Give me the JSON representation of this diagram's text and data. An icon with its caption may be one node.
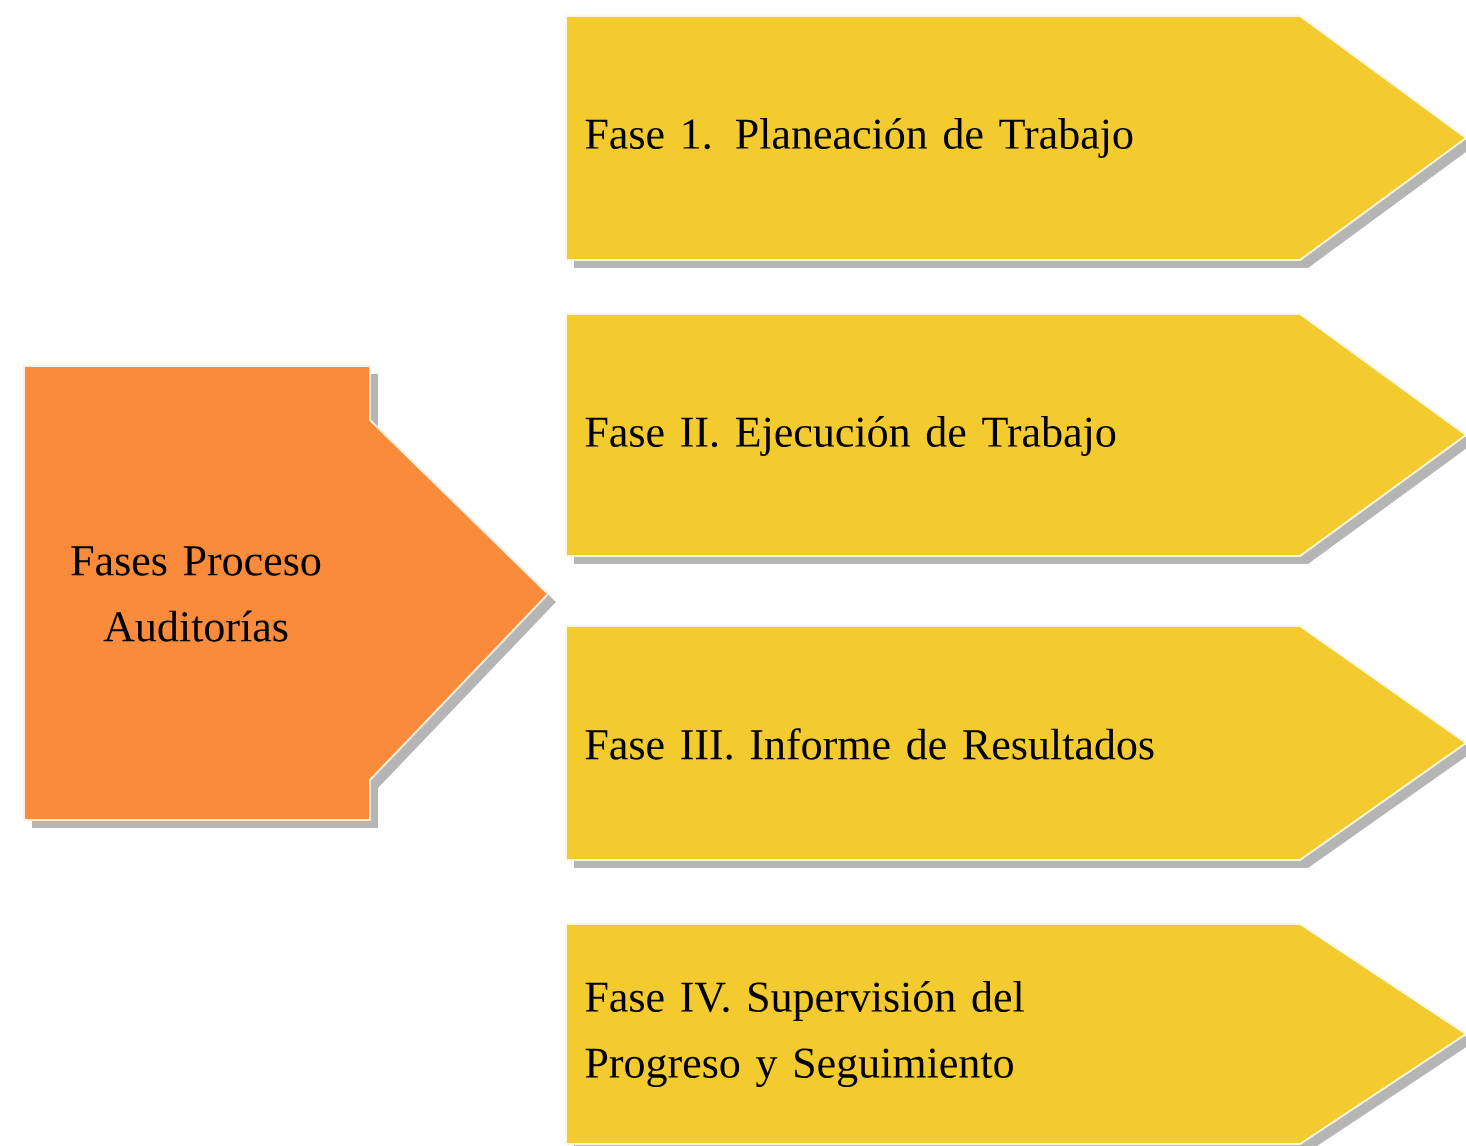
{
  "diagram": {
    "nodes": [
      {
        "text": [
          "Fases Proceso Auditorías"
        ]
      },
      {
        "text": [
          "Fase 1. Planeación de Trabajo"
        ]
      },
      {
        "text": [
          "Fase II. Ejecución de Trabajo"
        ]
      },
      {
        "text": [
          "Fase III. Informe de Resultados"
        ]
      },
      {
        "text": [
          "Fase IV. Supervisión del Progreso y Seguimiento"
        ]
      }
    ]
  }
}
